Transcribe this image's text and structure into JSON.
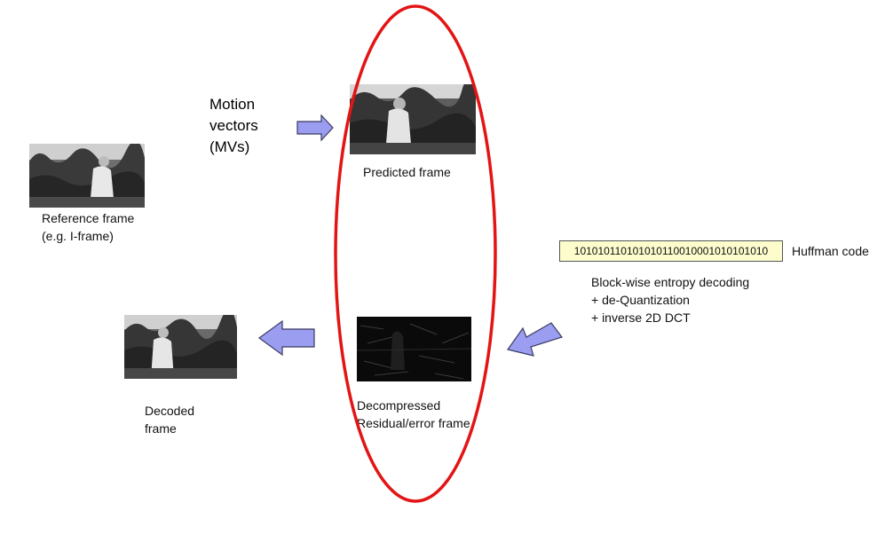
{
  "labels": {
    "motion_vectors": "Motion\nvectors\n(MVs)",
    "predicted_frame": "Predicted frame",
    "reference_frame": "Reference frame\n(e.g. I-frame)",
    "huffman_bits": "101010110101010110010001010101010",
    "huffman_code": "Huffman code",
    "decoding_steps": "Block-wise entropy decoding\n+ de-Quantization\n+ inverse 2D DCT",
    "decoded_frame": "Decoded\nframe",
    "residual_frame": "Decompressed\nResidual/error frame"
  },
  "colors": {
    "arrow_fill": "#9b9df0",
    "arrow_stroke": "#3a3a60",
    "ellipse": "#e31414",
    "huffman_bg": "#fdfccc"
  }
}
